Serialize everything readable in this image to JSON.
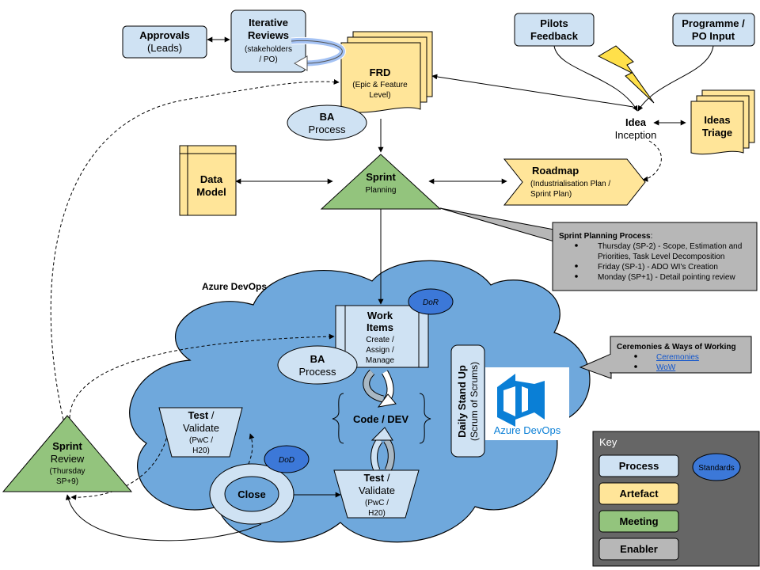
{
  "colors": {
    "process": "#cfe2f3",
    "artefact": "#ffe599",
    "meeting": "#93c47d",
    "enabler": "#b7b7b7",
    "standards": "#3c78d8",
    "cloud": "#6fa8dc",
    "key_bg": "#666666",
    "bolt": "#ffe04a"
  },
  "nodes": {
    "approvals": {
      "title": "Approvals",
      "sub": "(Leads)"
    },
    "iterative": {
      "l1": "Iterative",
      "l2": "Reviews",
      "s1": "(stakeholders",
      "s2": "/ PO)"
    },
    "frd": {
      "title": "FRD",
      "s1": "(Epic & Feature",
      "s2": "Level)"
    },
    "ba_top": {
      "l1": "BA",
      "l2": "Process"
    },
    "pilots": {
      "l1": "Pilots",
      "l2": "Feedback"
    },
    "programme": {
      "l1": "Programme /",
      "l2": "PO Input"
    },
    "idea": {
      "l1": "Idea",
      "l2": "Inception"
    },
    "ideas_triage": {
      "l1": "Ideas",
      "l2": "Triage"
    },
    "data_model": {
      "l1": "Data",
      "l2": "Model"
    },
    "sprint_planning": {
      "l1": "Sprint",
      "l2": "Planning"
    },
    "roadmap": {
      "title": "Roadmap",
      "s1": "(Industrialisation Plan /",
      "s2": "Sprint Plan)"
    },
    "azure_label": "Azure DevOps",
    "work_items": {
      "l1": "Work",
      "l2": "Items",
      "s1": "Create /",
      "s2": "Assign /",
      "s3": "Manage"
    },
    "dor": "DoR",
    "ba_mid": {
      "l1": "BA",
      "l2": "Process"
    },
    "code_dev": "Code / DEV",
    "daily_standup": {
      "l1": "Daily Stand Up",
      "l2": "(Scrum of Scrums)"
    },
    "azure_logo_text": "Azure DevOps",
    "test_left": {
      "l1a": "Test",
      "l1b": " /",
      "l2": "Validate",
      "s1": "(PwC /",
      "s2": "H20)"
    },
    "test_right": {
      "l1a": "Test",
      "l1b": " /",
      "l2": "Validate",
      "s1": "(PwC /",
      "s2": "H20)"
    },
    "close": "Close",
    "dod": "DoD",
    "sprint_review": {
      "l1": "Sprint",
      "l2": "Review",
      "s1": "(Thursday",
      "s2": "SP+9)"
    }
  },
  "callouts": {
    "sprint_planning_process": {
      "title": "Sprint Planning Process",
      "title_suffix": ":",
      "items": [
        "Thursday (SP-2) - Scope, Estimation and",
        "Priorities, Task Level Decomposition",
        "Friday (SP-1) - ADO WI's Creation",
        "Monday (SP+1) - Detail pointing review"
      ]
    },
    "ceremonies": {
      "title": "Ceremonies & Ways of Working",
      "links": [
        "Ceremonies",
        "WoW"
      ]
    }
  },
  "key": {
    "title": "Key",
    "items": [
      "Process",
      "Artefact",
      "Meeting",
      "Enabler"
    ],
    "standards": "Standards"
  }
}
